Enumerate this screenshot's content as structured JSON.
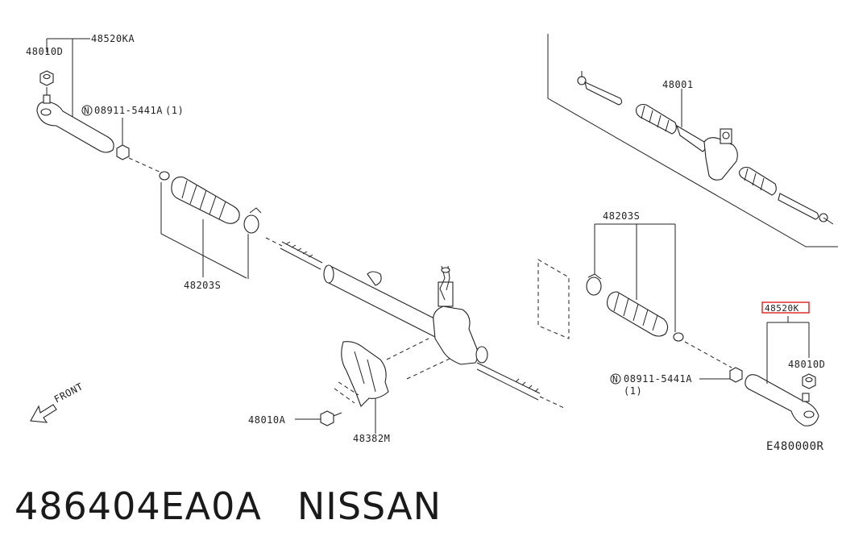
{
  "labels": {
    "tie_rod_end_left": "48520KA",
    "nut_left": "48010D",
    "nut_spec_left": "08911-5441A",
    "nut_qty_left": "(1)",
    "boot_left": "48203S",
    "rack_assy": "48001",
    "boot_right": "48203S",
    "tie_rod_end_right": "48520K",
    "nut_right": "48010D",
    "nut_spec_right": "08911-5441A",
    "nut_qty_right": "(1)",
    "bolt": "48010A",
    "bracket": "48382M",
    "front": "FRONT",
    "diagram_code": "E480000R",
    "n_marker": "N"
  },
  "highlight_color": "#e0201c",
  "footer": {
    "part_number": "486404EA0A",
    "brand": "NISSAN"
  }
}
